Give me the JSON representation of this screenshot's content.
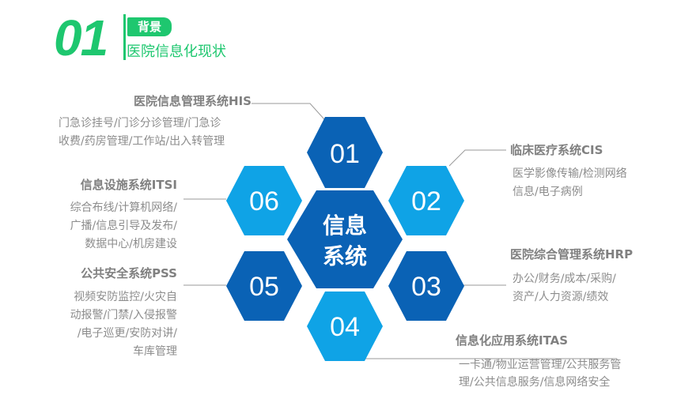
{
  "header": {
    "number": "01",
    "tag": "背景",
    "subtitle": "医院信息化现状"
  },
  "center": {
    "line1": "信息",
    "line2": "系统"
  },
  "hexes": [
    "01",
    "02",
    "03",
    "04",
    "05",
    "06"
  ],
  "systems": {
    "his": {
      "title": "医院信息管理系统HIS",
      "lines": [
        "门急诊挂号/门诊分诊管理/门急诊",
        "收费/药房管理/工作站/出入转管理"
      ]
    },
    "cis": {
      "title": "临床医疗系统CIS",
      "lines": [
        "医学影像传输/检测网络",
        "信息/电子病例"
      ]
    },
    "hrp": {
      "title": "医院综合管理系统HRP",
      "lines": [
        "办公/财务/成本/采购/",
        "资产/人力资源/绩效"
      ]
    },
    "itas": {
      "title": "信息化应用系统ITAS",
      "lines": [
        "一卡通/物业运营管理/公共服务管",
        "理/公共信息服务/信息网络安全"
      ]
    },
    "pss": {
      "title": "公共安全系统PSS",
      "lines": [
        "视频安防监控/火灾自",
        "动报警/门禁/入侵报警",
        "/电子巡更/安防对讲/",
        "车库管理"
      ]
    },
    "itsi": {
      "title": "信息设施系统ITSI",
      "lines": [
        "综合布线/计算机网络/",
        "广播/信息引导及发布/",
        "数据中心/机房建设"
      ]
    }
  },
  "colors": {
    "green": "#1ec76f",
    "dark_blue": "#0a62b5",
    "light_blue": "#0fa3e6",
    "text_gray": "#8c8c8c"
  }
}
